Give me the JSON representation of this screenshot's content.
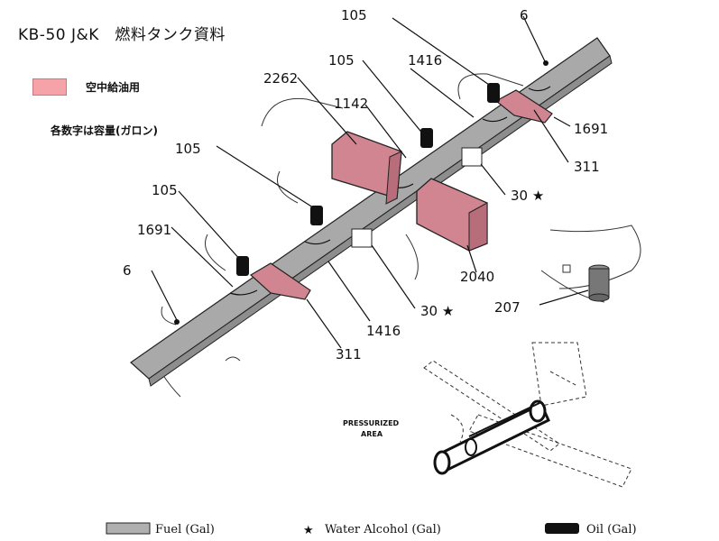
{
  "title": "KB-50 J&K　燃料タンク資料",
  "legend": {
    "color": "#f5a3a8",
    "label": "空中給油用"
  },
  "note": "各数字は容量(ガロン)",
  "labels": {
    "wingtip_left": "6",
    "wingtip_right": "6",
    "outer_left": "1691",
    "outer_right": "1691",
    "oil_1": "105",
    "oil_2": "105",
    "oil_3": "105",
    "oil_4": "105",
    "refuel_left": "2262",
    "center": "1142",
    "inner_right": "1416",
    "inner_left": "1416",
    "refuel_right": "2040",
    "tip_tank_left": "311",
    "tip_tank_right": "311",
    "alcohol_left": "30 ★",
    "alcohol_right": "30 ★",
    "oil_body": "207"
  },
  "pressurized": [
    "PRESSURIZED",
    "AREA"
  ],
  "key": {
    "fuel": "Fuel (Gal)",
    "water": "Water Alcohol (Gal)",
    "oil": "Oil (Gal)",
    "star": "★"
  },
  "colors": {
    "wing": "#a9a9a9",
    "refuel_tank": "#d08590",
    "oil_black": "#111111"
  }
}
